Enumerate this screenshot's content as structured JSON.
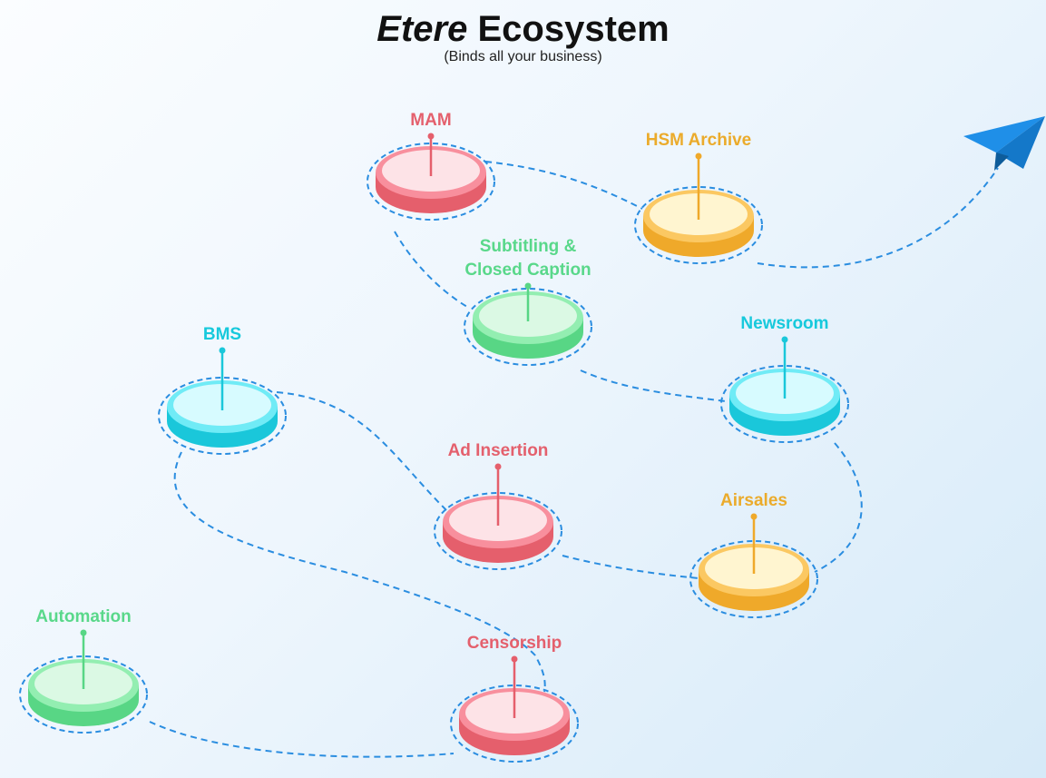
{
  "header": {
    "title_brand": "Etere",
    "title_rest": "Ecosystem",
    "subtitle": "(Binds all your business)"
  },
  "colors": {
    "red_label": "#e4606d",
    "orange_label": "#ebab2b",
    "green_label": "#59d88a",
    "cyan_label": "#17c9dc",
    "connector": "#2a8de0",
    "plane": "#1f8fe8"
  },
  "nodes": [
    {
      "id": "mam",
      "label": "MAM",
      "color": "red"
    },
    {
      "id": "hsm-archive",
      "label": "HSM Archive",
      "color": "orange"
    },
    {
      "id": "subtitling",
      "label_lines": [
        "Subtitling &",
        "Closed Caption"
      ],
      "color": "green"
    },
    {
      "id": "newsroom",
      "label": "Newsroom",
      "color": "cyan"
    },
    {
      "id": "bms",
      "label": "BMS",
      "color": "cyan"
    },
    {
      "id": "ad-insertion",
      "label": "Ad Insertion",
      "color": "red"
    },
    {
      "id": "airsales",
      "label": "Airsales",
      "color": "orange"
    },
    {
      "id": "automation",
      "label": "Automation",
      "color": "green"
    },
    {
      "id": "censorship",
      "label": "Censorship",
      "color": "red"
    }
  ],
  "icons": {
    "plane": "paper-plane-icon"
  }
}
